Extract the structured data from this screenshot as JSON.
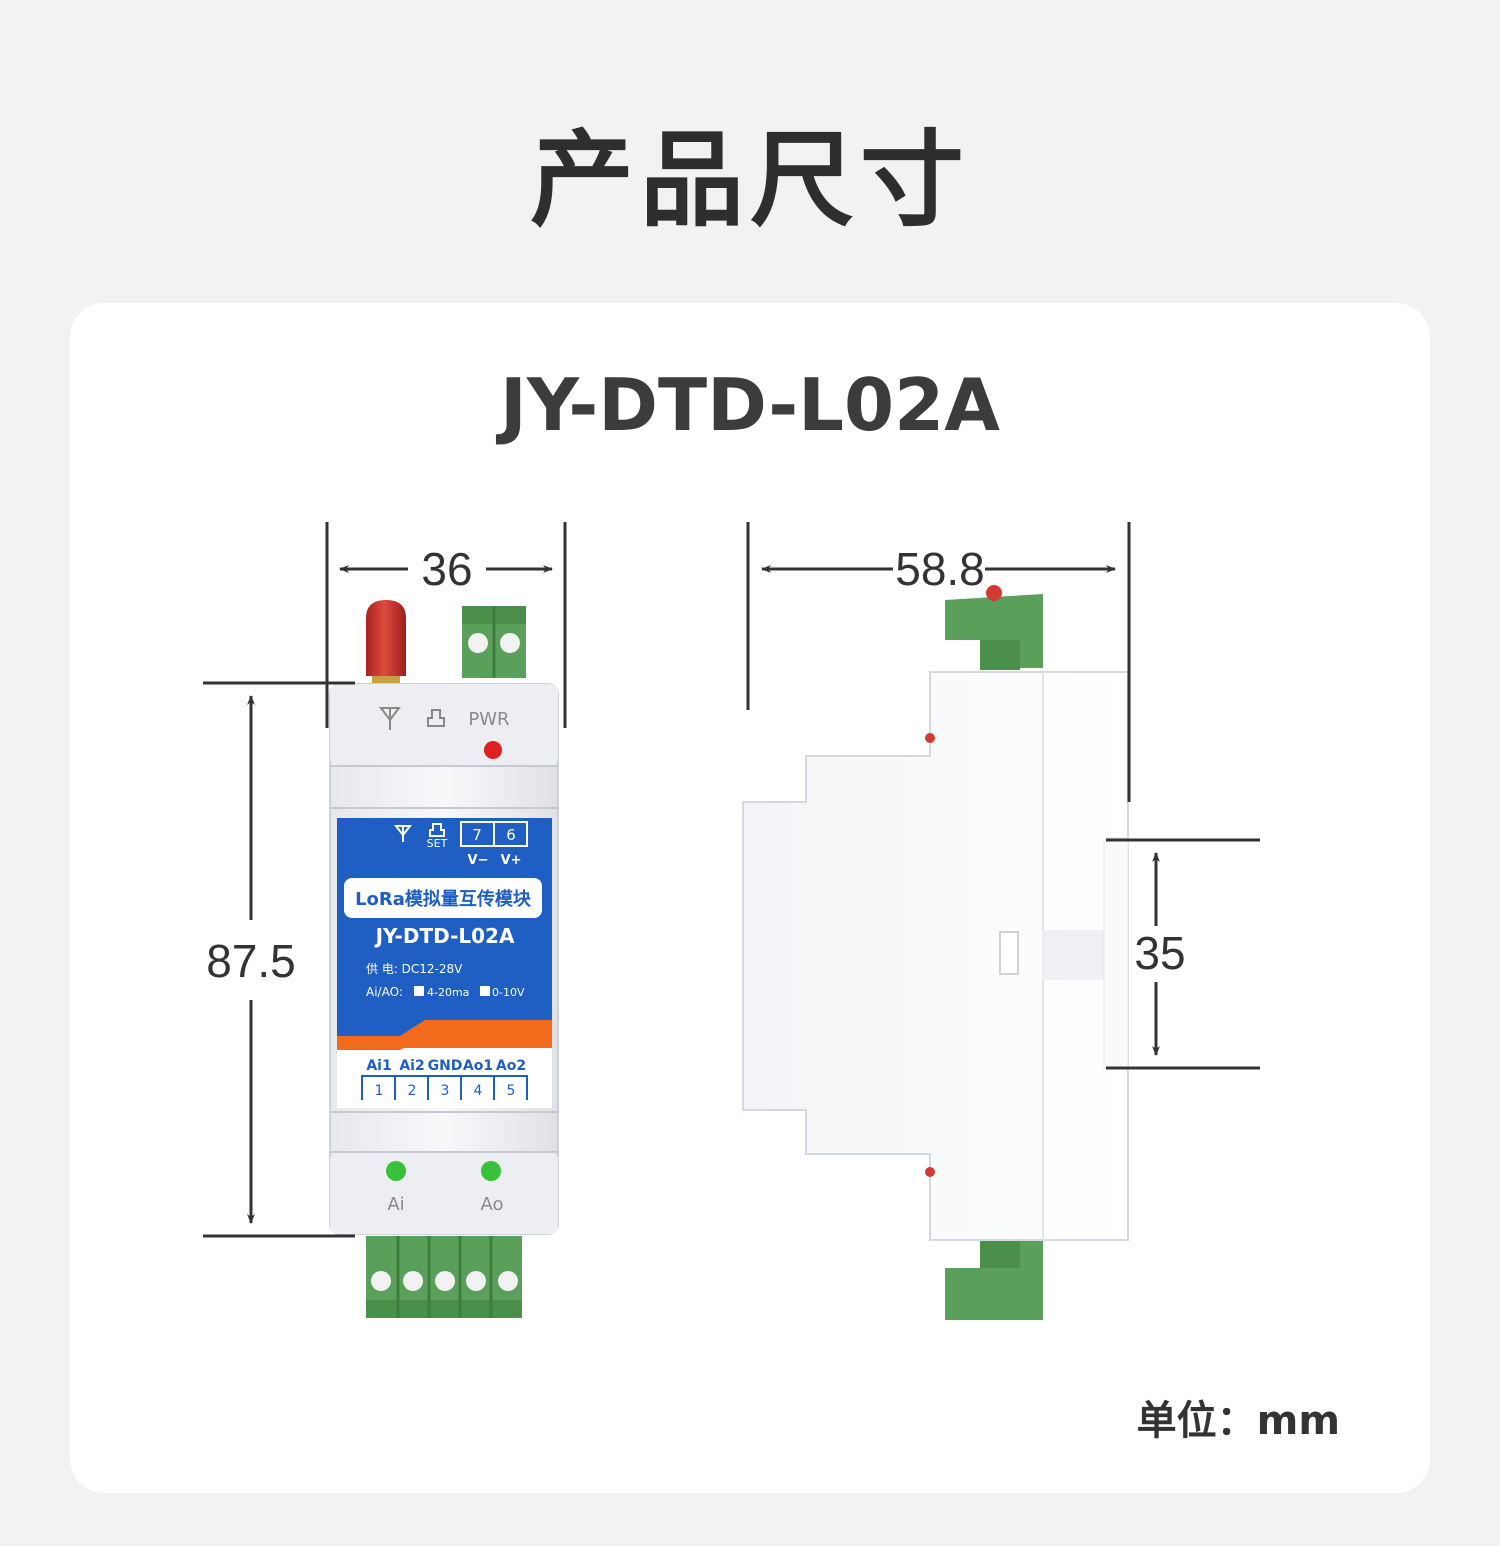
{
  "title": "产品尺寸",
  "model": "JY-DTD-L02A",
  "unit_label": "单位：mm",
  "dimensions": {
    "width": "36",
    "height": "87.5",
    "depth": "58.8",
    "rail": "35"
  },
  "front_panel": {
    "top_labels": {
      "pwr": "PWR"
    },
    "bottom_labels": {
      "ai": "Ai",
      "ao": "Ao"
    },
    "label_plate": {
      "set_label": "SET",
      "terminal_top": [
        "7",
        "6"
      ],
      "terminal_top_labels": [
        "V−",
        "V+"
      ],
      "product_name": "LoRa模拟量互传模块",
      "model": "JY-DTD-L02A",
      "power_line": "供   电: DC12-28V",
      "aiao_line_prefix": "Ai/AO:",
      "aiao_option1": "4-20ma",
      "aiao_option2": "0-10V",
      "terminal_bottom_labels": [
        "Ai1",
        "Ai2",
        "GND",
        "Ao1",
        "Ao2"
      ],
      "terminal_bottom": [
        "1",
        "2",
        "3",
        "4",
        "5"
      ]
    }
  },
  "colors": {
    "plate_blue": "#1f5fc4",
    "plate_orange": "#f26a1b",
    "terminal_green": "#5aa05a",
    "antenna_red": "#d23a32",
    "led_red": "#e02020",
    "led_green": "#38c23a"
  }
}
